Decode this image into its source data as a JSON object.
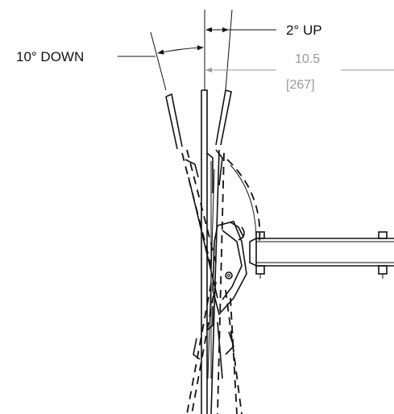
{
  "labels": {
    "tilt_down": "10° DOWN",
    "tilt_up": "2° UP",
    "dimension_inches": "10.5",
    "dimension_mm": "[267]"
  },
  "colors": {
    "line": "#111111",
    "dimension": "#9a9a9a",
    "background": "#ffffff"
  }
}
